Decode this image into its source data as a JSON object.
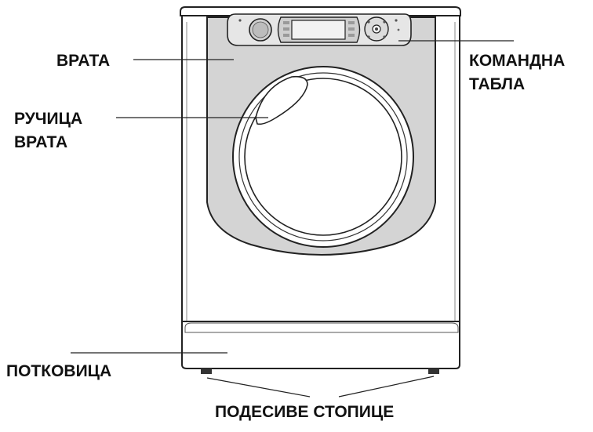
{
  "labels": {
    "door": "ВРАТА",
    "control_panel_1": "КОМАНДНА",
    "control_panel_2": "ТАБЛА",
    "door_handle_1": "РУЧИЦА",
    "door_handle_2": "ВРАТА",
    "plinth": "ПОТКОВИЦА",
    "adjustable_feet": "ПОДЕСИВЕ СТОПИЦЕ"
  },
  "colors": {
    "outline": "#222222",
    "panel_fill": "#d4d4d4",
    "body_fill": "#ffffff"
  }
}
